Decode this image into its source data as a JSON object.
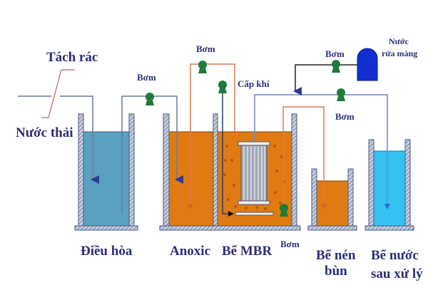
{
  "labels": {
    "screen": "Tách rác",
    "inlet": "Nước thải",
    "pump_1": "Bơm",
    "pump_2": "Bơm",
    "aeration": "Cấp khí",
    "pump_backwash": "Bơm",
    "backwash_water_1": "Nước",
    "backwash_water_2": "rửa màng",
    "pump_permeate": "Bơm",
    "pump_sludge": "Bơm"
  },
  "tanks": {
    "equalization": "Điều hòa",
    "anoxic": "Anoxic",
    "mbr": "Bể MBR",
    "sludge_1": "Bể nén",
    "sludge_2": "bùn",
    "treated_1": "Bể nước",
    "treated_2": "sau xử lý"
  },
  "colors": {
    "clean_water": "#5aa0c0",
    "sludge": "#e07a12",
    "treated": "#33c2f2",
    "pump": "#1f7a3a",
    "text": "#2b2f78"
  }
}
